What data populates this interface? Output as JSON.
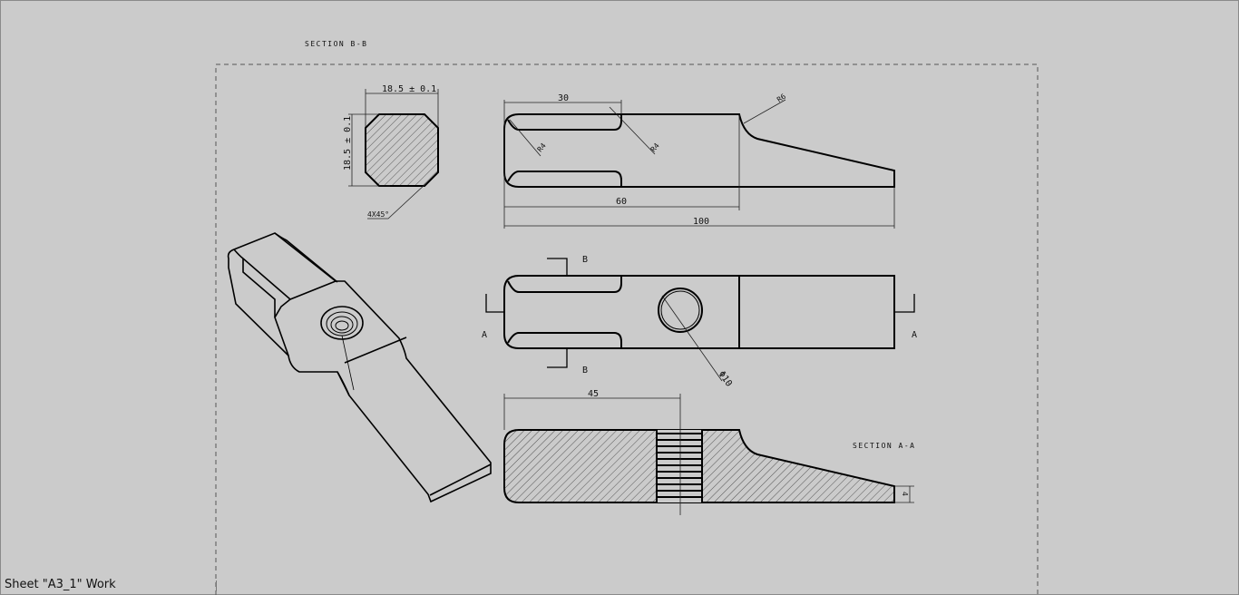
{
  "sheet": {
    "status_text": "Sheet \"A3_1\" Work",
    "section_bb_label": "SECTION B-B",
    "section_aa_label": "SECTION A-A",
    "dimensions": {
      "bb_width": "18.5 ± 0.1",
      "bb_height": "18.5 ± 0.1",
      "bb_chamfer": "4X45°",
      "slot_length": "30",
      "radius_left": "R4",
      "radius_slot": "R4",
      "radius_taper": "R6",
      "body_length": "60",
      "total_length": "100",
      "hole_diameter": "Φ10",
      "hole_position": "45",
      "tip_thickness": "4"
    },
    "cut_labels": {
      "b_top": "B",
      "b_bottom": "B",
      "a_left": "A",
      "a_right": "A"
    }
  }
}
